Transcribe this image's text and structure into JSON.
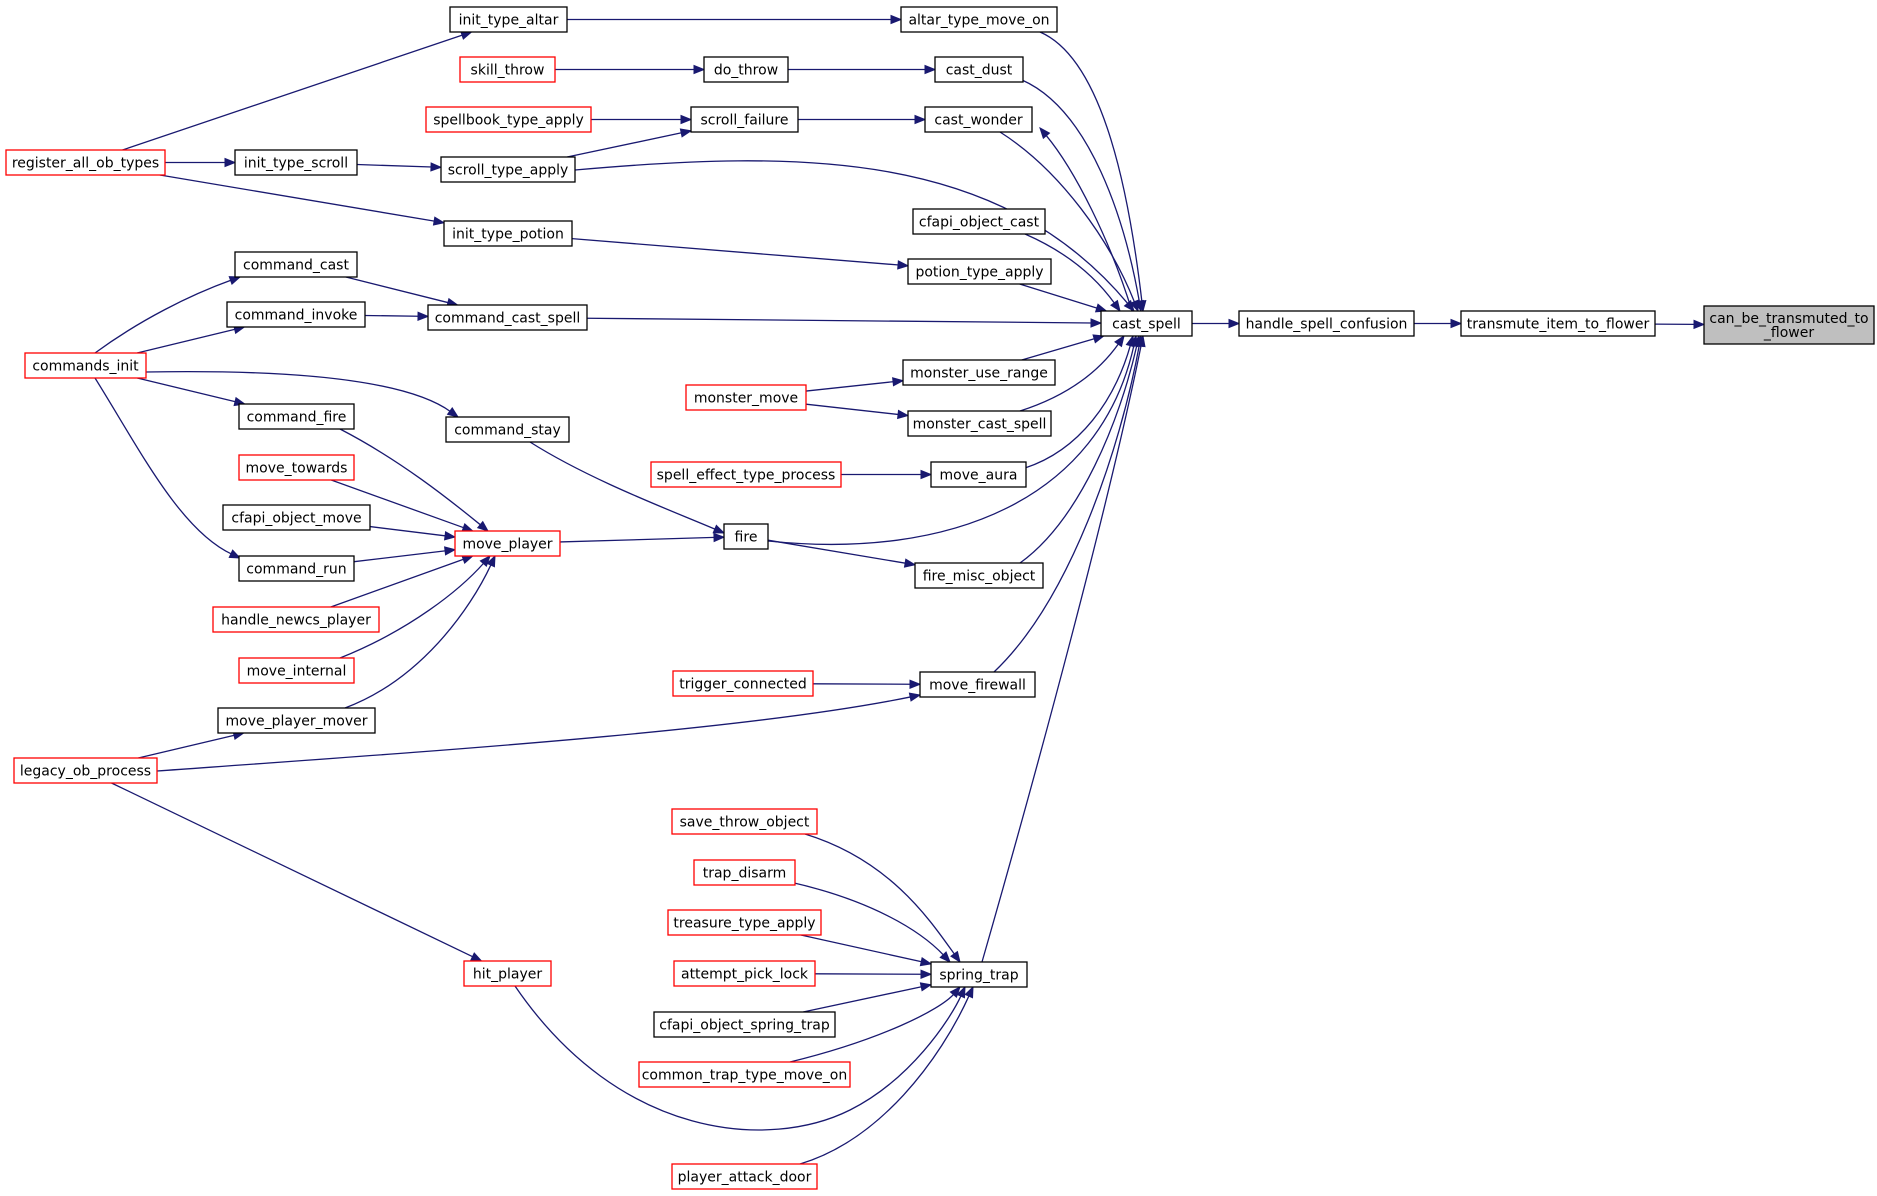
{
  "colors": {
    "edge": "#191970",
    "border_default": "#000000",
    "border_red": "#ff0000",
    "focus_fill": "#bfbfbf",
    "node_fill": "#ffffff"
  },
  "nodes": {
    "can_be_transmuted": {
      "label": [
        "can_be_transmuted_to",
        "_flower"
      ],
      "style": "focus"
    },
    "transmute_item_to_flower": {
      "label": [
        "transmute_item_to_flower"
      ],
      "style": "black"
    },
    "handle_spell_confusion": {
      "label": [
        "handle_spell_confusion"
      ],
      "style": "black"
    },
    "cast_spell": {
      "label": [
        "cast_spell"
      ],
      "style": "black"
    },
    "altar_type_move_on": {
      "label": [
        "altar_type_move_on"
      ],
      "style": "black"
    },
    "cast_dust": {
      "label": [
        "cast_dust"
      ],
      "style": "black"
    },
    "cast_wonder": {
      "label": [
        "cast_wonder"
      ],
      "style": "black"
    },
    "cfapi_object_cast": {
      "label": [
        "cfapi_object_cast"
      ],
      "style": "black"
    },
    "potion_type_apply": {
      "label": [
        "potion_type_apply"
      ],
      "style": "black"
    },
    "monster_use_range": {
      "label": [
        "monster_use_range"
      ],
      "style": "black"
    },
    "monster_cast_spell": {
      "label": [
        "monster_cast_spell"
      ],
      "style": "black"
    },
    "move_aura": {
      "label": [
        "move_aura"
      ],
      "style": "black"
    },
    "fire_misc_object": {
      "label": [
        "fire_misc_object"
      ],
      "style": "black"
    },
    "move_firewall": {
      "label": [
        "move_firewall"
      ],
      "style": "black"
    },
    "spring_trap": {
      "label": [
        "spring_trap"
      ],
      "style": "black"
    },
    "init_type_altar": {
      "label": [
        "init_type_altar"
      ],
      "style": "black"
    },
    "skill_throw": {
      "label": [
        "skill_throw"
      ],
      "style": "red"
    },
    "do_throw": {
      "label": [
        "do_throw"
      ],
      "style": "black"
    },
    "spellbook_type_apply": {
      "label": [
        "spellbook_type_apply"
      ],
      "style": "red"
    },
    "scroll_failure": {
      "label": [
        "scroll_failure"
      ],
      "style": "black"
    },
    "scroll_type_apply": {
      "label": [
        "scroll_type_apply"
      ],
      "style": "black"
    },
    "init_type_potion": {
      "label": [
        "init_type_potion"
      ],
      "style": "black"
    },
    "command_cast_spell": {
      "label": [
        "command_cast_spell"
      ],
      "style": "black"
    },
    "monster_move": {
      "label": [
        "monster_move"
      ],
      "style": "red"
    },
    "spell_effect_type_process": {
      "label": [
        "spell_effect_type_process"
      ],
      "style": "red"
    },
    "fire": {
      "label": [
        "fire"
      ],
      "style": "black"
    },
    "command_stay": {
      "label": [
        "command_stay"
      ],
      "style": "black"
    },
    "trigger_connected": {
      "label": [
        "trigger_connected"
      ],
      "style": "red"
    },
    "save_throw_object": {
      "label": [
        "save_throw_object"
      ],
      "style": "red"
    },
    "trap_disarm": {
      "label": [
        "trap_disarm"
      ],
      "style": "red"
    },
    "treasure_type_apply": {
      "label": [
        "treasure_type_apply"
      ],
      "style": "red"
    },
    "attempt_pick_lock": {
      "label": [
        "attempt_pick_lock"
      ],
      "style": "red"
    },
    "cfapi_object_spring_trap": {
      "label": [
        "cfapi_object_spring_trap"
      ],
      "style": "black"
    },
    "common_trap_type_move_on": {
      "label": [
        "common_trap_type_move_on"
      ],
      "style": "red"
    },
    "player_attack_door": {
      "label": [
        "player_attack_door"
      ],
      "style": "red"
    },
    "hit_player": {
      "label": [
        "hit_player"
      ],
      "style": "red"
    },
    "register_all_ob_types": {
      "label": [
        "register_all_ob_types"
      ],
      "style": "red"
    },
    "init_type_scroll": {
      "label": [
        "init_type_scroll"
      ],
      "style": "black"
    },
    "command_cast": {
      "label": [
        "command_cast"
      ],
      "style": "black"
    },
    "command_invoke": {
      "label": [
        "command_invoke"
      ],
      "style": "black"
    },
    "commands_init": {
      "label": [
        "commands_init"
      ],
      "style": "red"
    },
    "command_fire": {
      "label": [
        "command_fire"
      ],
      "style": "black"
    },
    "move_towards": {
      "label": [
        "move_towards"
      ],
      "style": "red"
    },
    "cfapi_object_move": {
      "label": [
        "cfapi_object_move"
      ],
      "style": "black"
    },
    "command_run": {
      "label": [
        "command_run"
      ],
      "style": "black"
    },
    "handle_newcs_player": {
      "label": [
        "handle_newcs_player"
      ],
      "style": "red"
    },
    "move_internal": {
      "label": [
        "move_internal"
      ],
      "style": "red"
    },
    "move_player_mover": {
      "label": [
        "move_player_mover"
      ],
      "style": "black"
    },
    "legacy_ob_process": {
      "label": [
        "legacy_ob_process"
      ],
      "style": "red"
    },
    "move_player": {
      "label": [
        "move_player"
      ],
      "style": "red"
    }
  },
  "edges": [
    [
      "transmute_item_to_flower",
      "can_be_transmuted"
    ],
    [
      "handle_spell_confusion",
      "transmute_item_to_flower"
    ],
    [
      "cast_spell",
      "handle_spell_confusion"
    ],
    [
      "altar_type_move_on",
      "cast_spell"
    ],
    [
      "cast_dust",
      "cast_spell"
    ],
    [
      "cast_wonder",
      "cast_spell"
    ],
    [
      "cast_spell",
      "cast_wonder"
    ],
    [
      "cfapi_object_cast",
      "cast_spell"
    ],
    [
      "potion_type_apply",
      "cast_spell"
    ],
    [
      "command_cast_spell",
      "cast_spell"
    ],
    [
      "scroll_type_apply",
      "cast_spell"
    ],
    [
      "monster_use_range",
      "cast_spell"
    ],
    [
      "monster_cast_spell",
      "cast_spell"
    ],
    [
      "move_aura",
      "cast_spell"
    ],
    [
      "fire",
      "cast_spell"
    ],
    [
      "fire_misc_object",
      "cast_spell"
    ],
    [
      "move_firewall",
      "cast_spell"
    ],
    [
      "spring_trap",
      "cast_spell"
    ],
    [
      "init_type_altar",
      "altar_type_move_on"
    ],
    [
      "do_throw",
      "cast_dust"
    ],
    [
      "scroll_failure",
      "cast_wonder"
    ],
    [
      "init_type_potion",
      "potion_type_apply"
    ],
    [
      "monster_move",
      "monster_use_range"
    ],
    [
      "monster_move",
      "monster_cast_spell"
    ],
    [
      "spell_effect_type_process",
      "move_aura"
    ],
    [
      "fire",
      "fire_misc_object"
    ],
    [
      "trigger_connected",
      "move_firewall"
    ],
    [
      "legacy_ob_process",
      "move_firewall"
    ],
    [
      "skill_throw",
      "do_throw"
    ],
    [
      "spellbook_type_apply",
      "scroll_failure"
    ],
    [
      "scroll_type_apply",
      "scroll_failure"
    ],
    [
      "register_all_ob_types",
      "init_type_altar"
    ],
    [
      "init_type_scroll",
      "scroll_type_apply"
    ],
    [
      "register_all_ob_types",
      "init_type_scroll"
    ],
    [
      "register_all_ob_types",
      "init_type_potion"
    ],
    [
      "command_cast",
      "command_cast_spell"
    ],
    [
      "command_invoke",
      "command_cast_spell"
    ],
    [
      "commands_init",
      "command_cast"
    ],
    [
      "commands_init",
      "command_invoke"
    ],
    [
      "commands_init",
      "command_fire"
    ],
    [
      "commands_init",
      "command_run"
    ],
    [
      "commands_init",
      "command_stay"
    ],
    [
      "command_stay",
      "fire"
    ],
    [
      "move_player",
      "fire"
    ],
    [
      "command_fire",
      "move_player"
    ],
    [
      "move_towards",
      "move_player"
    ],
    [
      "cfapi_object_move",
      "move_player"
    ],
    [
      "command_run",
      "move_player"
    ],
    [
      "handle_newcs_player",
      "move_player"
    ],
    [
      "move_internal",
      "move_player"
    ],
    [
      "move_player_mover",
      "move_player"
    ],
    [
      "legacy_ob_process",
      "move_player_mover"
    ],
    [
      "legacy_ob_process",
      "hit_player"
    ],
    [
      "save_throw_object",
      "spring_trap"
    ],
    [
      "trap_disarm",
      "spring_trap"
    ],
    [
      "treasure_type_apply",
      "spring_trap"
    ],
    [
      "attempt_pick_lock",
      "spring_trap"
    ],
    [
      "cfapi_object_spring_trap",
      "spring_trap"
    ],
    [
      "common_trap_type_move_on",
      "spring_trap"
    ],
    [
      "player_attack_door",
      "spring_trap"
    ],
    [
      "hit_player",
      "spring_trap"
    ]
  ]
}
